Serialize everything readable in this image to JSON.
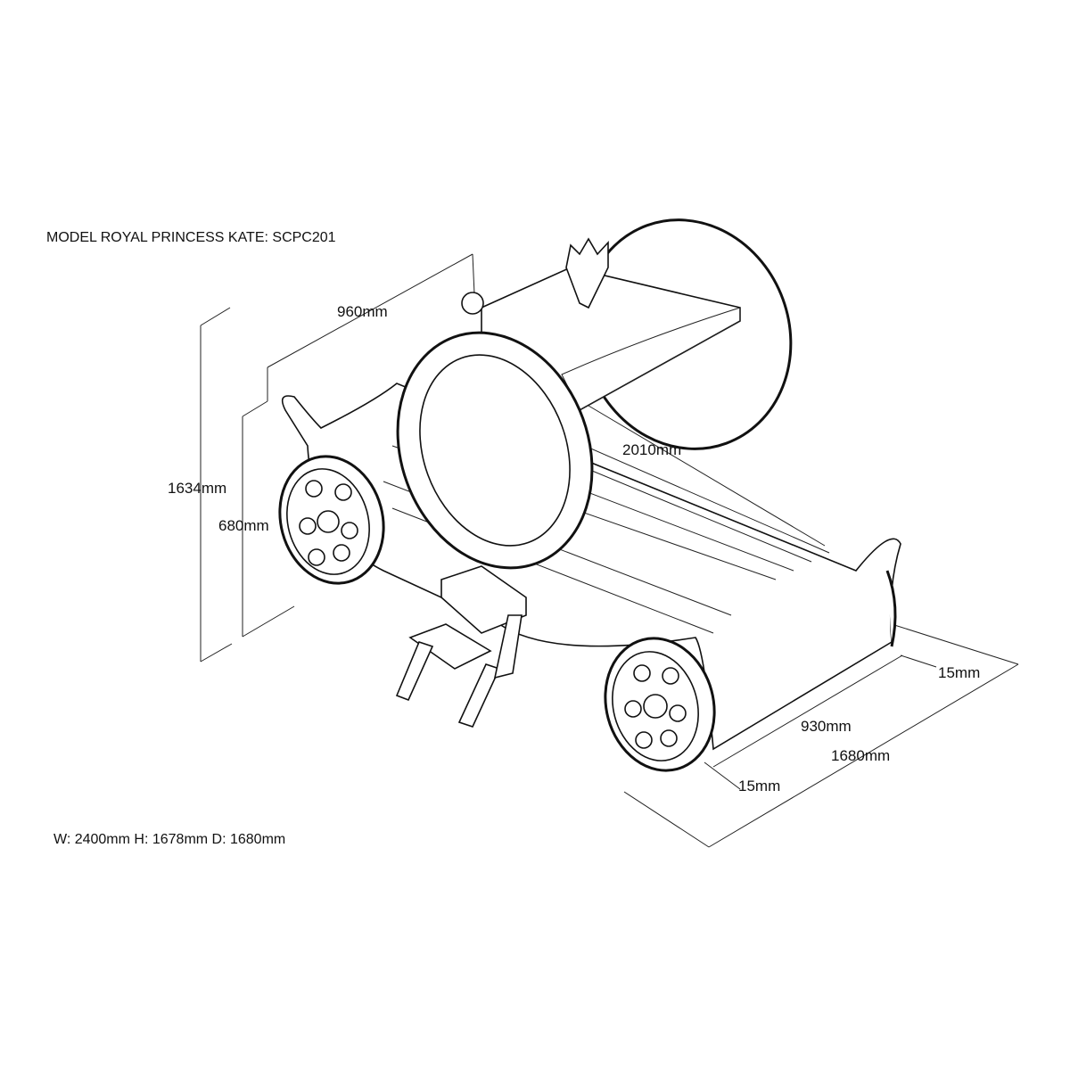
{
  "title": "MODEL ROYAL PRINCESS KATE: SCPC201",
  "overall_dimensions": "W: 2400mm H: 1678mm D: 1680mm",
  "dimensions": {
    "width_top": "960mm",
    "height_total": "1634mm",
    "height_side": "680mm",
    "length_mattress": "2010mm",
    "offset_right": "15mm",
    "depth_inner": "930mm",
    "depth_total": "1680mm",
    "offset_bottom": "15mm"
  }
}
